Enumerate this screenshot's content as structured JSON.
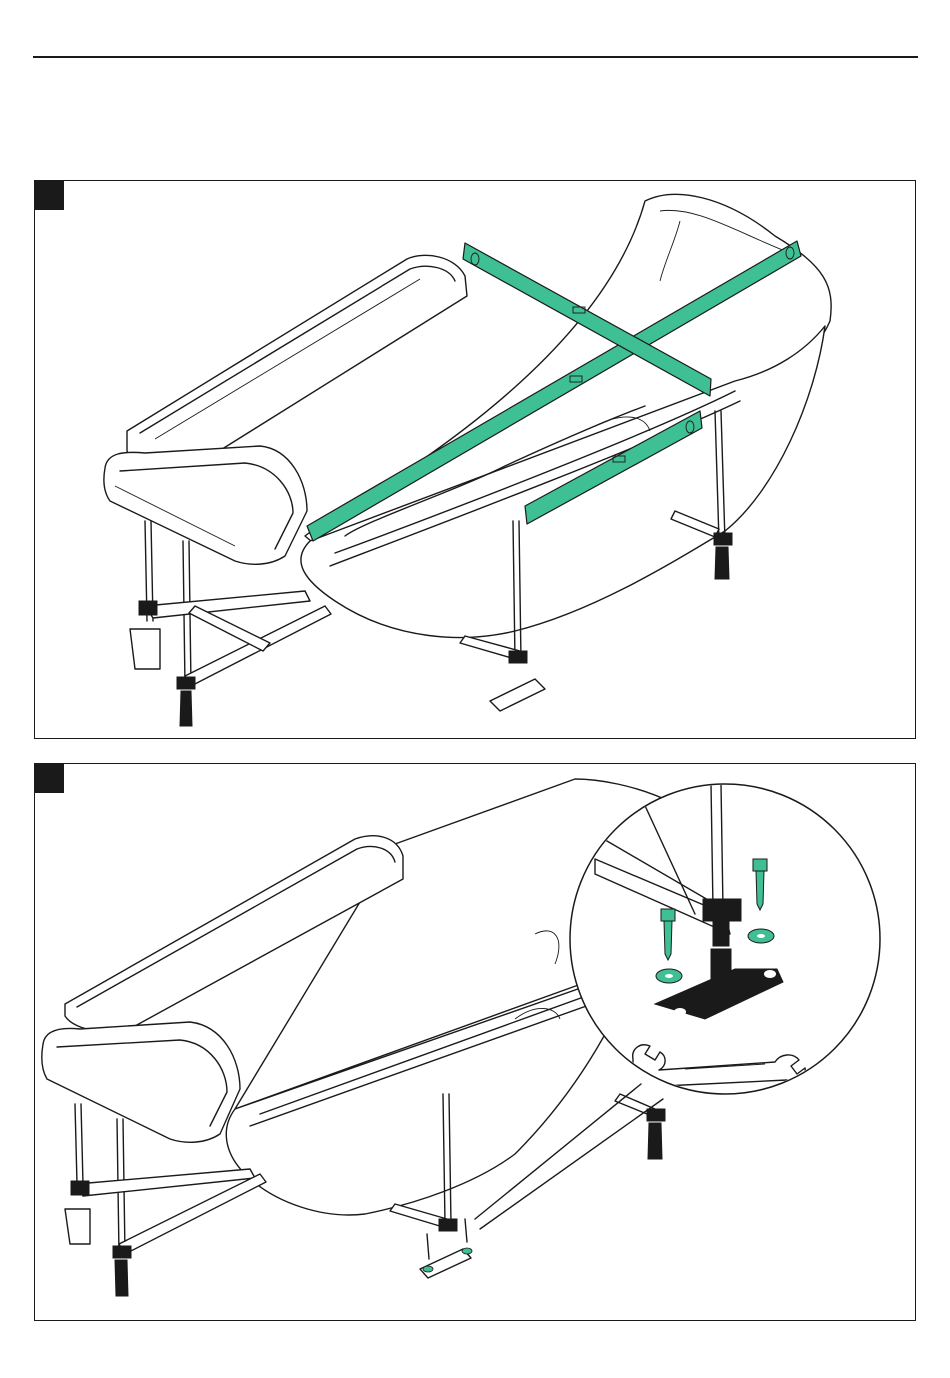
{
  "page": {
    "steps": [
      {
        "id": "step-1",
        "marker": "",
        "illustration": "bathtub-level-check"
      },
      {
        "id": "step-2",
        "marker": "",
        "illustration": "bathtub-foot-fixing"
      }
    ]
  },
  "colors": {
    "accent": "#3fbf94",
    "line": "#1a1a1a",
    "background": "#ffffff"
  },
  "icons": {
    "level": "spirit-level-icon",
    "wrench": "wrench-icon",
    "screw": "lag-screw-icon",
    "washer": "washer-icon"
  }
}
